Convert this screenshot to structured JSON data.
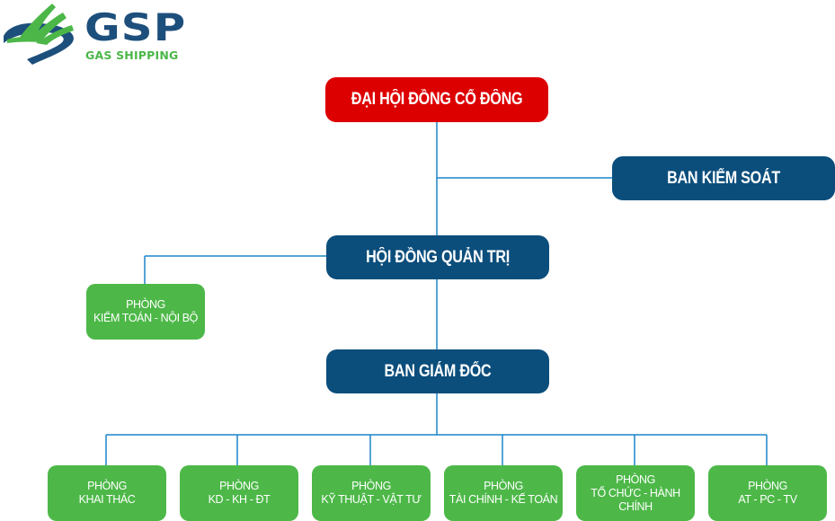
{
  "logo": {
    "brand": "GSP",
    "tagline": "GAS SHIPPING",
    "colors": {
      "navy": "#1d4f7c",
      "green": "#4cb748"
    }
  },
  "org_chart": {
    "top": {
      "label": "ĐẠI HỘI ĐỒNG CỔ ĐÔNG",
      "color": "#dd0000"
    },
    "supervisory": {
      "label": "BAN KIỂM SOÁT",
      "color": "#0b4e7c"
    },
    "board": {
      "label": "HỘI ĐỒNG QUẢN TRỊ",
      "color": "#0b4e7c"
    },
    "audit": {
      "line1": "PHÒNG",
      "line2": "KIỂM TOÁN - NỘI BỘ",
      "color": "#4db848"
    },
    "management": {
      "label": "BAN GIÁM ĐỐC",
      "color": "#0b4e7c"
    },
    "departments": [
      {
        "line1": "PHÒNG",
        "line2": "KHAI THÁC"
      },
      {
        "line1": "PHÒNG",
        "line2": "KD - KH - ĐT"
      },
      {
        "line1": "PHÒNG",
        "line2": "KỸ THUẬT - VẬT TƯ"
      },
      {
        "line1": "PHÒNG",
        "line2": "TÀI CHÍNH - KẾ TOÁN"
      },
      {
        "line1": "PHÒNG",
        "line2": "TỔ CHỨC - HÀNH CHÍNH"
      },
      {
        "line1": "PHÒNG",
        "line2": "AT - PC - TV"
      }
    ],
    "connector_color": "#1a86c8"
  }
}
